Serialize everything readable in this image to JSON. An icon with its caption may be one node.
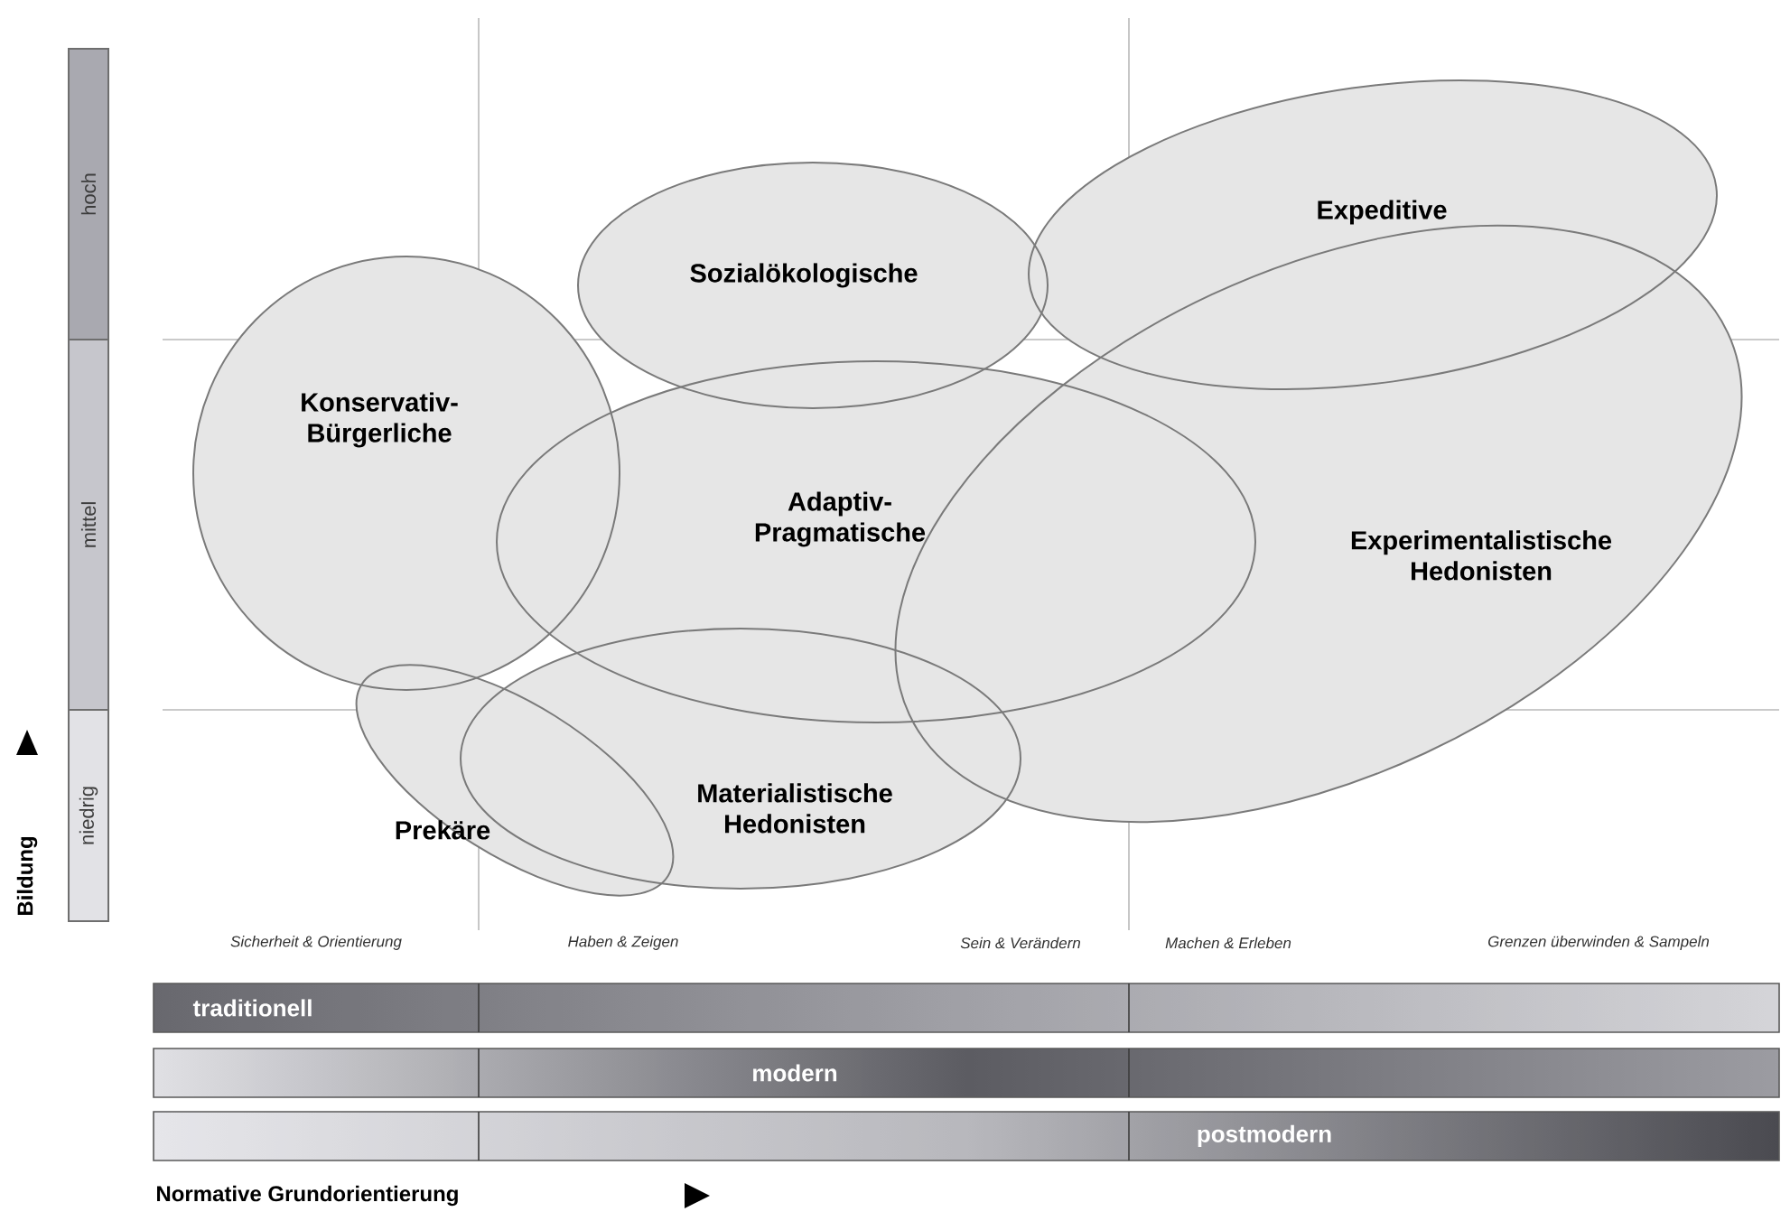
{
  "diagram": {
    "nodes": [
      {
        "text": [
          "Expeditive"
        ]
      },
      {
        "text": [
          "Sozialökologische"
        ]
      },
      {
        "text": [
          "Konservativ- Bürgerliche"
        ]
      },
      {
        "text": [
          "Adaptiv- Pragmatische"
        ]
      },
      {
        "text": [
          "Experimentalistische Hedonisten"
        ]
      },
      {
        "text": [
          "Materialistische Hedonisten"
        ]
      },
      {
        "text": [
          "Prekäre"
        ]
      },
      {
        "text": [
          "hoch"
        ]
      },
      {
        "text": [
          "mittel"
        ]
      },
      {
        "text": [
          "niedrig"
        ]
      },
      {
        "text": [
          "traditionell"
        ]
      },
      {
        "text": [
          "modern"
        ]
      },
      {
        "text": [
          "postmodern"
        ]
      }
    ],
    "labels": [
      "Sicherheit & Orientierung",
      "Haben & Zeigen",
      "Sein & Verändern",
      "Machen & Erleben",
      "Grenzen überwinden & Sampeln",
      "Bildung",
      "Normative Grundorientierung"
    ]
  }
}
